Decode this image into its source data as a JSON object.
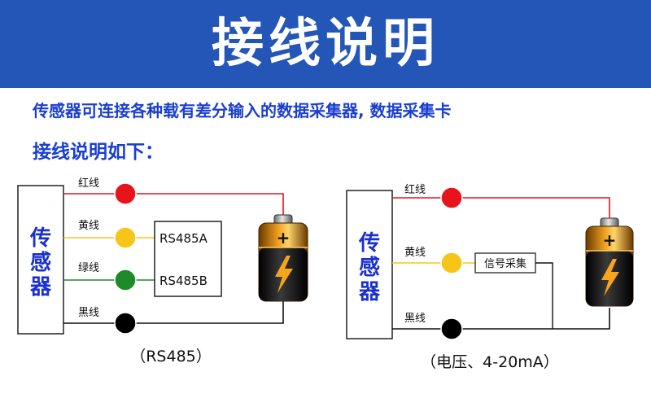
{
  "header": {
    "title": "接线说明"
  },
  "intro": {
    "description": "传感器可连接各种载有差分输入的数据采集器, 数据采集卡",
    "subheading": "接线说明如下："
  },
  "colors": {
    "banner": "#2456b8",
    "text_blue": "#1a3fd0",
    "red": "#e8141c",
    "yellow": "#f5c518",
    "green": "#1f8a2c",
    "black": "#000000"
  },
  "diagram_left": {
    "sensor_label": [
      "传",
      "感",
      "器"
    ],
    "wires": [
      {
        "label": "红线",
        "color": "red"
      },
      {
        "label": "黄线",
        "color": "yellow"
      },
      {
        "label": "绿线",
        "color": "green"
      },
      {
        "label": "黑线",
        "color": "black"
      }
    ],
    "box_labels": [
      "RS485A",
      "RS485B"
    ],
    "battery_icon": "battery-icon",
    "caption": "（RS485）"
  },
  "diagram_right": {
    "sensor_label": [
      "传",
      "感",
      "器"
    ],
    "wires": [
      {
        "label": "红线",
        "color": "red"
      },
      {
        "label": "黄线",
        "color": "yellow"
      },
      {
        "label": "黑线",
        "color": "black"
      }
    ],
    "box_label": "信号采集",
    "battery_icon": "battery-icon",
    "caption": "（电压、4-20mA）"
  }
}
